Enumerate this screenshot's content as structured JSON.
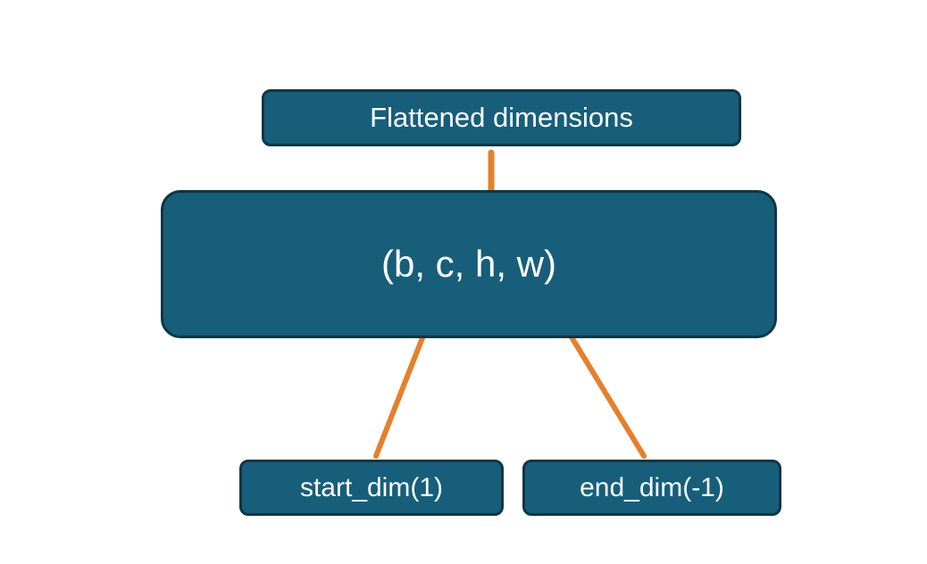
{
  "diagram": {
    "title_box": {
      "label": "Flattened dimensions"
    },
    "tensor_box": {
      "label": "(b, c, h, w)"
    },
    "start_dim_box": {
      "label": "start_dim(1)"
    },
    "end_dim_box": {
      "label": "end_dim(-1)"
    }
  },
  "colors": {
    "box_fill": "#175e7a",
    "box_border": "#0e3645",
    "accent_orange": "#e5802c",
    "text": "#ffffff",
    "background": "#ffffff"
  }
}
